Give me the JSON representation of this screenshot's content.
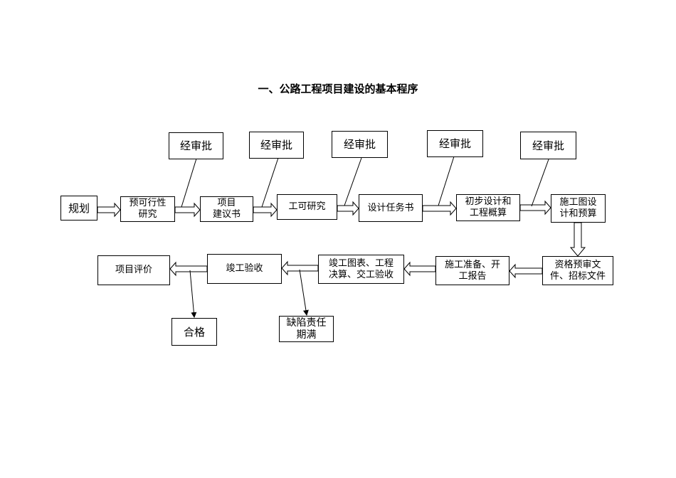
{
  "title": "一、公路工程项目建设的基本程序",
  "nodes": {
    "approval1": "经审批",
    "approval2": "经审批",
    "approval3": "经审批",
    "approval4": "经审批",
    "approval5": "经审批",
    "planning": "规划",
    "pre_feasibility": "预可行性\n研究",
    "proposal": "项目\n建议书",
    "feasibility": "工可研究",
    "design_task": "设计任务书",
    "preliminary_design": "初步设计和\n工程概算",
    "construction_drawing": "施工图设\n计和预算",
    "prequalification": "资格预审文\n件、招标文件",
    "construction_prep": "施工准备、开\n工报告",
    "completion_docs": "竣工图表、工程\n决算、交工验收",
    "completion_acceptance": "竣工验收",
    "project_evaluation": "项目评价",
    "qualified": "合格",
    "defect_period": "缺陷责任\n期满"
  }
}
